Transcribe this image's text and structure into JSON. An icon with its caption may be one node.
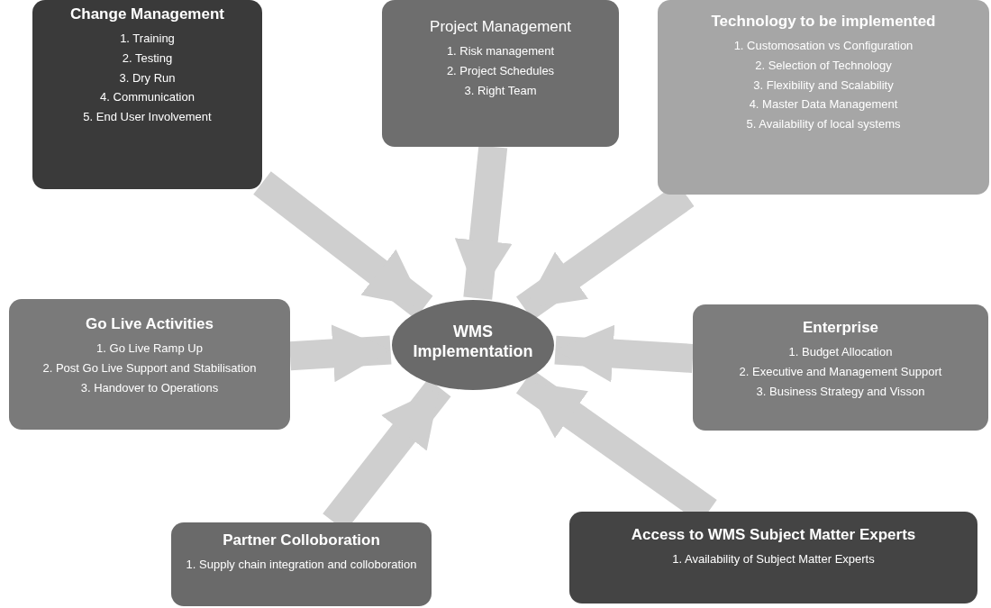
{
  "diagram": {
    "nodes": [
      {
        "text": [
          "Change Management",
          "1. Training",
          "2. Testing",
          "3. Dry Run",
          "4. Communication",
          "5. End User Involvement"
        ]
      },
      {
        "text": [
          "Project Management",
          "1. Risk management",
          "2. Project Schedules",
          "3. Right Team"
        ]
      },
      {
        "text": [
          "Technology to be implemented",
          "1. Customosation vs Configuration",
          "2. Selection of Technology",
          "3. Flexibility and Scalability",
          "4. Master Data Management",
          "5. Availability of local systems"
        ]
      },
      {
        "text": [
          "Go Live Activities",
          "1. Go Live Ramp Up",
          "2. Post Go Live Support and Stabilisation",
          "3. Handover to Operations"
        ]
      },
      {
        "text": [
          "WMS Implementation"
        ]
      },
      {
        "text": [
          "Enterprise",
          "1. Budget Allocation",
          "2. Executive and Management Support",
          "3. Business Strategy and Visson"
        ]
      },
      {
        "text": [
          "Partner Colloboration",
          "1. Supply chain integration and colloboration"
        ]
      },
      {
        "text": [
          "Access to WMS Subject Matter Experts",
          "1. Availability of Subject Matter Experts"
        ]
      }
    ],
    "edges": [
      {
        "from": 0,
        "to": 4,
        "arrow": "to"
      },
      {
        "from": 1,
        "to": 4,
        "arrow": "to"
      },
      {
        "from": 2,
        "to": 4,
        "arrow": "to"
      },
      {
        "from": 3,
        "to": 4,
        "arrow": "to"
      },
      {
        "from": 5,
        "to": 4,
        "arrow": "to"
      },
      {
        "from": 6,
        "to": 4,
        "arrow": "to"
      },
      {
        "from": 7,
        "to": 4,
        "arrow": "to"
      }
    ]
  }
}
